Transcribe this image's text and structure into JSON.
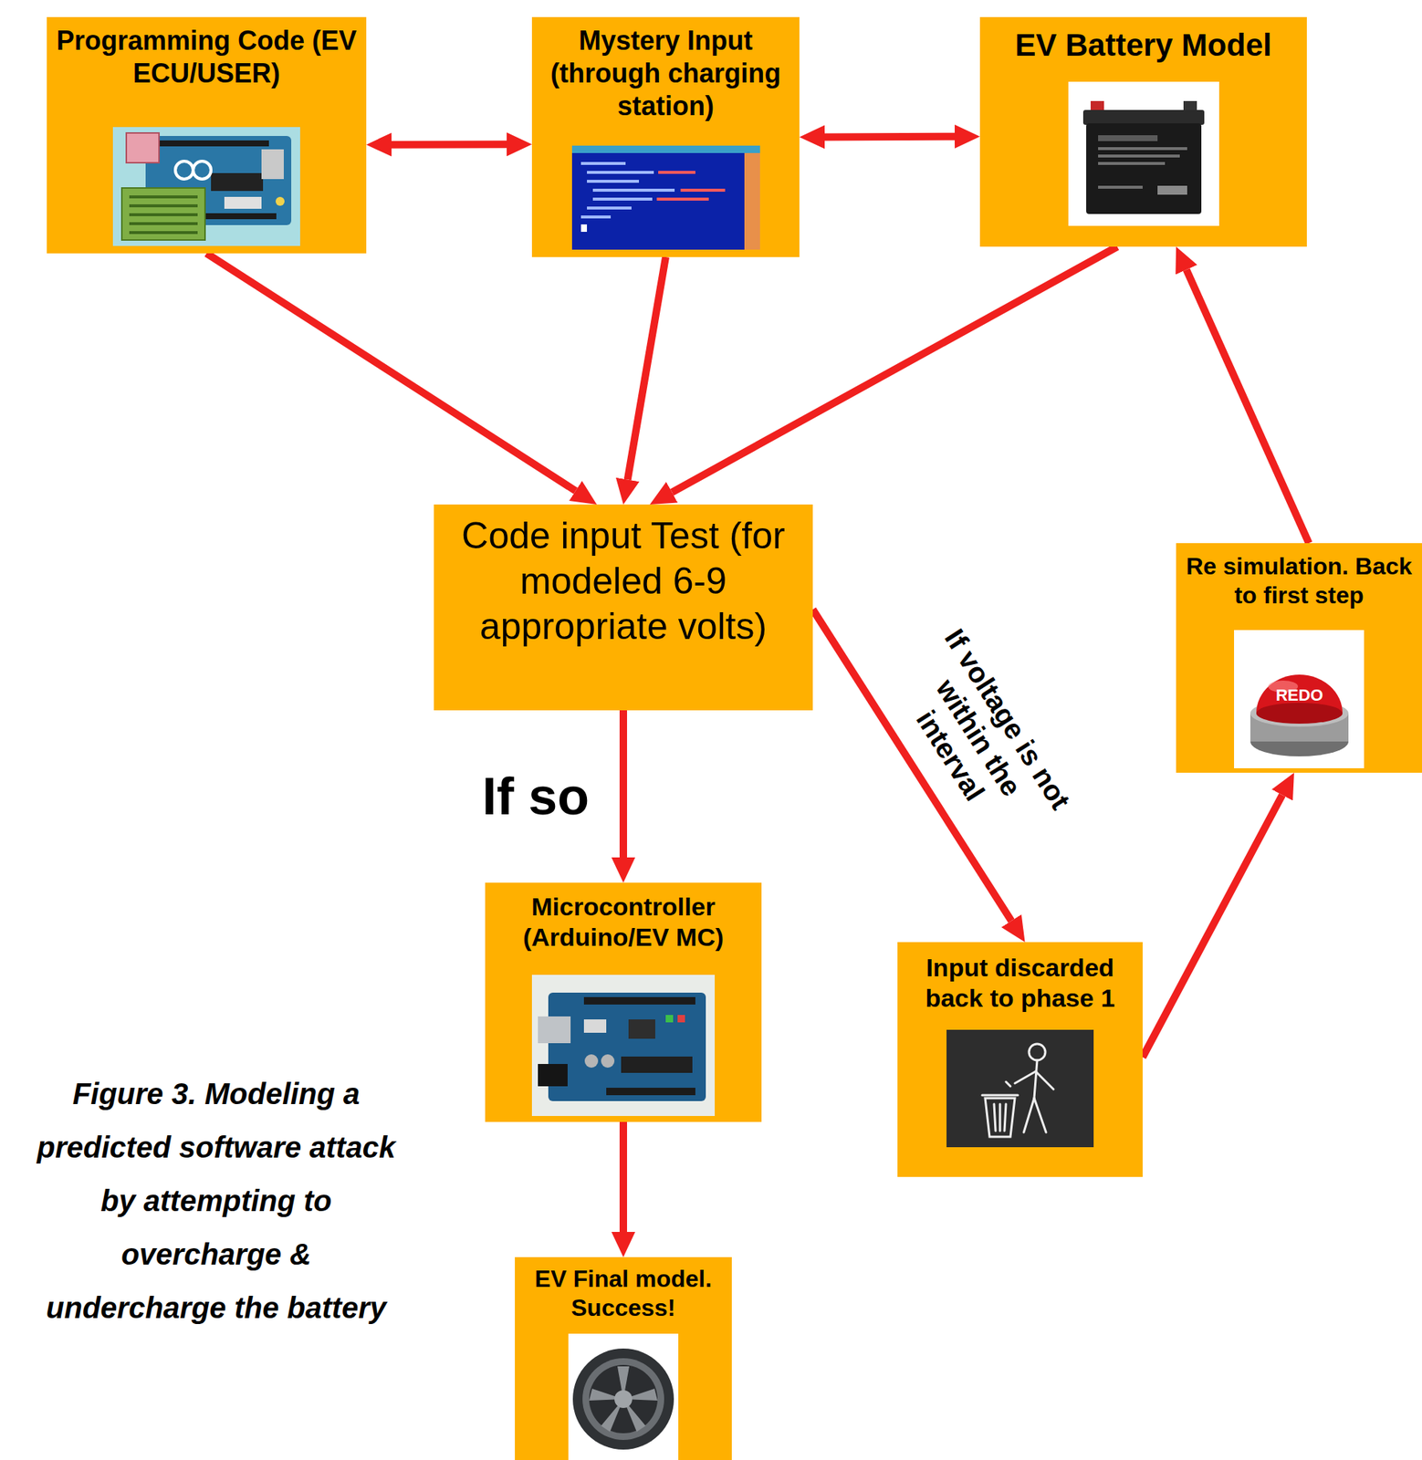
{
  "diagram": {
    "caption": "Figure 3. Modeling a predicted software attack by attempting to overcharge & undercharge the battery",
    "nodes": [
      {
        "text": [
          "Programming Code (EV ECU/USER)"
        ]
      },
      {
        "text": [
          "Mystery Input (through charging station)"
        ]
      },
      {
        "text": [
          "EV Battery Model"
        ]
      },
      {
        "text": [
          "Code input Test (for modeled 6-9 appropriate volts)"
        ]
      },
      {
        "text": [
          "Re simulation. Back to first step"
        ]
      },
      {
        "text": [
          "Microcontroller (Arduino/EV MC)"
        ]
      },
      {
        "text": [
          "Input discarded back to phase 1"
        ]
      },
      {
        "text": [
          "EV Final model. Success!"
        ]
      }
    ],
    "edges": [
      {
        "from": 0,
        "to": 1,
        "arrow": "both"
      },
      {
        "from": 1,
        "to": 2,
        "arrow": "both"
      },
      {
        "from": 0,
        "to": 3,
        "arrow": "to"
      },
      {
        "from": 1,
        "to": 3,
        "arrow": "to"
      },
      {
        "from": 2,
        "to": 3,
        "arrow": "to"
      },
      {
        "from": 3,
        "to": 5,
        "label": "If so",
        "arrow": "to"
      },
      {
        "from": 3,
        "to": 6,
        "label": "If voltage is not within the interval",
        "arrow": "to"
      },
      {
        "from": 6,
        "to": 4,
        "arrow": "to"
      },
      {
        "from": 4,
        "to": 2,
        "arrow": "to"
      },
      {
        "from": 5,
        "to": 7,
        "arrow": "to"
      }
    ],
    "labels": [
      "REDO"
    ]
  }
}
